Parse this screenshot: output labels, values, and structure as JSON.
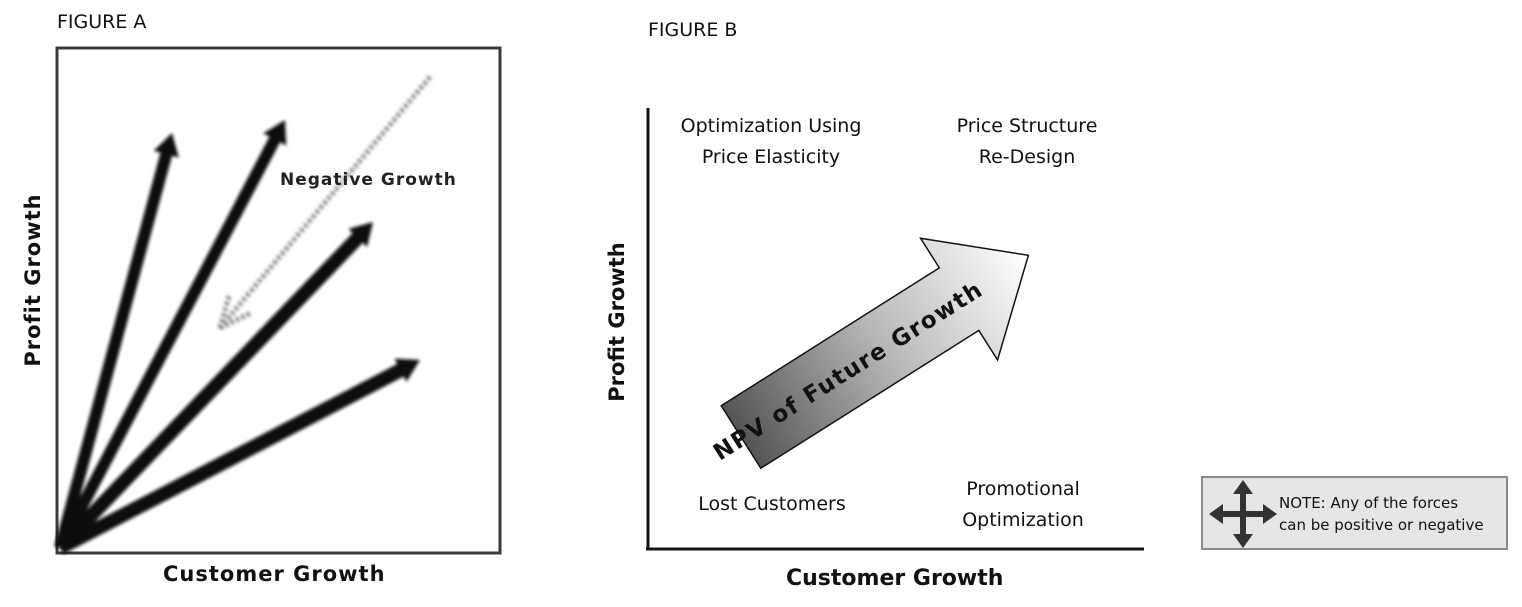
{
  "figure_a": {
    "title": "FIGURE A",
    "x_axis_label": "Customer Growth",
    "y_axis_label": "Profit Growth",
    "negative_growth_label": "Negative Growth",
    "arrows": [
      {
        "name": "growth-arrow-1",
        "kind": "solid"
      },
      {
        "name": "growth-arrow-2",
        "kind": "solid"
      },
      {
        "name": "growth-arrow-3",
        "kind": "solid"
      },
      {
        "name": "growth-arrow-4",
        "kind": "solid"
      },
      {
        "name": "negative-growth-arrow",
        "kind": "dotted"
      }
    ]
  },
  "figure_b": {
    "title": "FIGURE B",
    "x_axis_label": "Customer Growth",
    "y_axis_label": "Profit Growth",
    "arrow_label": "NPV of Future Growth",
    "quadrants": {
      "top_left": [
        "Optimization Using",
        "Price Elasticity"
      ],
      "top_right": [
        "Price Structure",
        "Re-Design"
      ],
      "bottom_left": [
        "Lost Customers"
      ],
      "bottom_right": [
        "Promotional",
        "Optimization"
      ]
    }
  },
  "note": {
    "icon": "four-way-arrow-icon",
    "lines": [
      "NOTE: Any of the forces",
      "can be positive or negative"
    ]
  },
  "colors": {
    "arrow_dark": "#111111",
    "dotted_arrow": "#777777",
    "note_background": "#e6e6e6",
    "note_border": "#8a8a8a",
    "icon": "#333333"
  }
}
